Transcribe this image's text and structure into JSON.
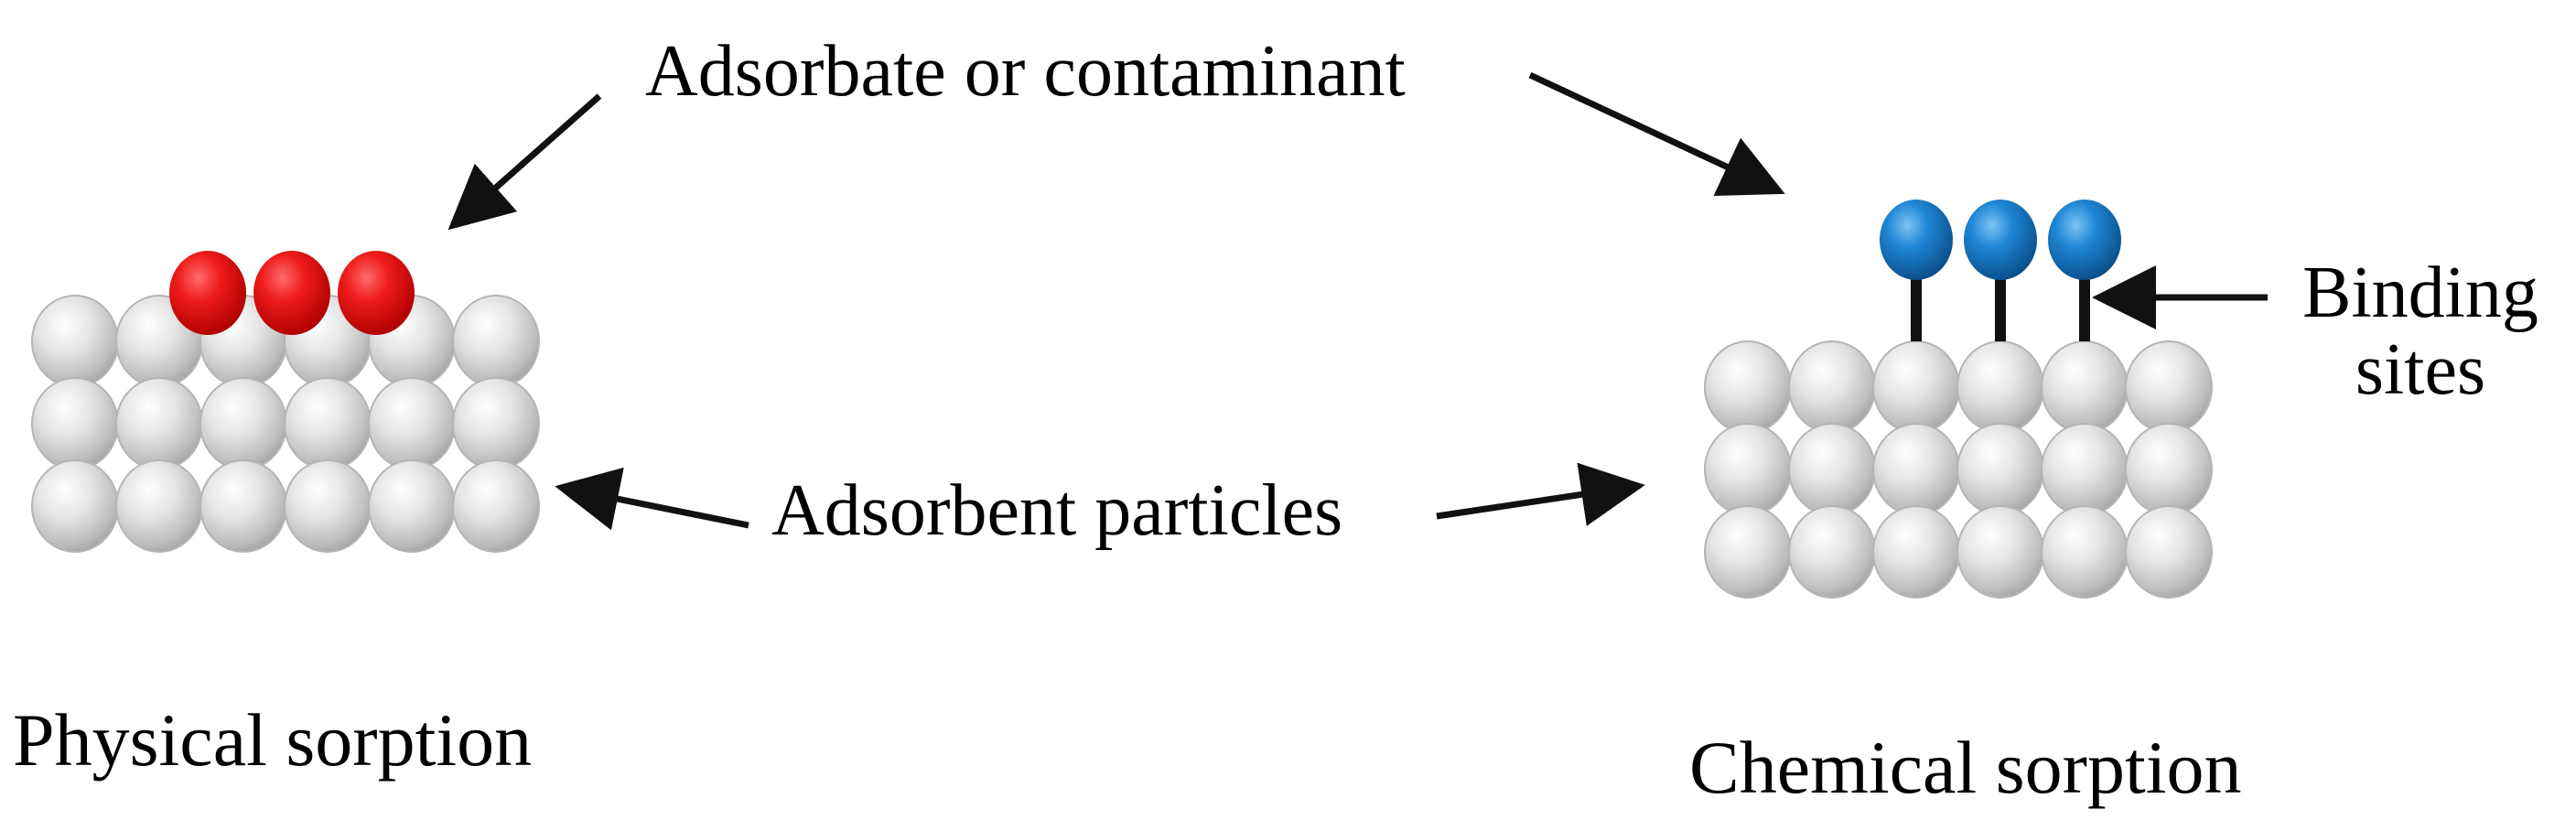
{
  "labels": {
    "adsorbate": "Adsorbate or contaminant",
    "adsorbent": "Adsorbent particles",
    "physical": "Physical sorption",
    "chemical": "Chemical sorption",
    "binding_line1": "Binding",
    "binding_line2": "sites"
  },
  "panels": [
    {
      "name": "physical",
      "grid_rows": 3,
      "grid_cols": 6,
      "adsorbate_count": 3,
      "adsorbate_color": "#e8141c",
      "bonds": false
    },
    {
      "name": "chemical",
      "grid_rows": 3,
      "grid_cols": 6,
      "adsorbate_count": 3,
      "adsorbate_color": "#1a7fcf",
      "bonds": true
    }
  ],
  "colors": {
    "sphere": "#d8d8d8",
    "arrow": "#111111",
    "bond": "#111111"
  }
}
